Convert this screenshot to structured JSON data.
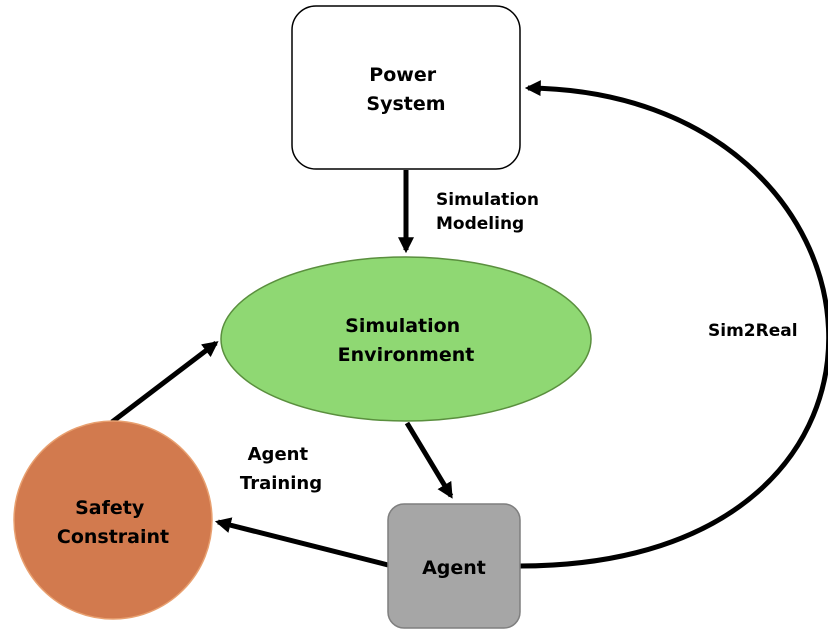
{
  "nodes": {
    "power_system": {
      "lines": [
        "Power",
        "System"
      ],
      "fill": "#ffffff",
      "stroke": "#000000"
    },
    "simulation_environment": {
      "lines": [
        "Simulation",
        "Environment"
      ],
      "fill": "#8fd873",
      "stroke": "#5a8f3e"
    },
    "safety_constraint": {
      "lines": [
        "Safety",
        "Constraint"
      ],
      "fill": "#d27a4e",
      "stroke": "#e8a070"
    },
    "agent": {
      "lines": [
        "Agent"
      ],
      "fill": "#a6a6a6",
      "stroke": "#7f7f7f"
    }
  },
  "edge_labels": {
    "simulation_modeling": [
      "Simulation",
      "Modeling"
    ],
    "sim2real": [
      "Sim2Real"
    ],
    "agent_training": [
      "Agent",
      "Training"
    ]
  }
}
